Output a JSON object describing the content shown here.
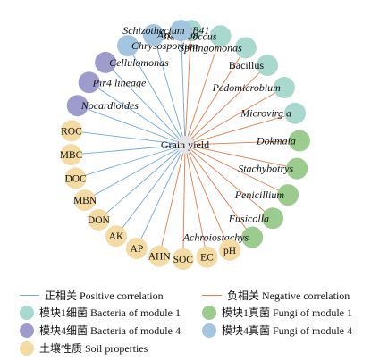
{
  "center": {
    "label": "Grain yield",
    "color": "#e4e4e4"
  },
  "palette": {
    "bacteria_module1": "#a9d8cf",
    "bacteria_module4": "#9e9ccd",
    "fungi_module1": "#9ccb8e",
    "fungi_module4": "#a3c5e0",
    "soil_properties": "#f3dba3",
    "positive": "#6fa8dc",
    "negative": "#e07d4f"
  },
  "nodes": [
    {
      "id": "rb41",
      "label": "RB41",
      "italic": true,
      "group": "bacteria_module1",
      "edge": "negative",
      "angle": -87
    },
    {
      "id": "blastococcus",
      "label": "Blastococcus",
      "italic": true,
      "group": "bacteria_module1",
      "edge": "negative",
      "angle": -72
    },
    {
      "id": "sphingomonas",
      "label": "Sphingomonas",
      "italic": true,
      "group": "bacteria_module1",
      "edge": "negative",
      "angle": -58
    },
    {
      "id": "bacillus",
      "label": "Bacillus",
      "italic": false,
      "group": "bacteria_module1",
      "edge": "negative",
      "angle": -44
    },
    {
      "id": "pedomicrobium",
      "label": "Pedomicrobium",
      "italic": true,
      "group": "bacteria_module1",
      "edge": "negative",
      "angle": -30
    },
    {
      "id": "microvirga",
      "label": "Microvirg a",
      "italic": true,
      "group": "bacteria_module1",
      "edge": "negative",
      "angle": -16
    },
    {
      "id": "dokmaia",
      "label": "Dokmaia",
      "italic": true,
      "group": "fungi_module1",
      "edge": "negative",
      "angle": -2
    },
    {
      "id": "stachybotrys",
      "label": "Stachybotrys",
      "italic": true,
      "group": "fungi_module1",
      "edge": "negative",
      "angle": 12
    },
    {
      "id": "penicillium",
      "label": "Penicillium",
      "italic": true,
      "group": "fungi_module1",
      "edge": "negative",
      "angle": 26
    },
    {
      "id": "fusicolla",
      "label": "Fusicolla",
      "italic": true,
      "group": "fungi_module1",
      "edge": "negative",
      "angle": 40
    },
    {
      "id": "achroiostachys",
      "label": "Achroiostachys",
      "italic": true,
      "group": "fungi_module1",
      "edge": "negative",
      "angle": 54
    },
    {
      "id": "ph",
      "label": "pH",
      "italic": false,
      "group": "soil_properties",
      "edge": "negative",
      "angle": 67
    },
    {
      "id": "ec",
      "label": "EC",
      "italic": false,
      "group": "soil_properties",
      "edge": "negative",
      "angle": 79
    },
    {
      "id": "soc",
      "label": "SOC",
      "italic": false,
      "group": "soil_properties",
      "edge": "negative",
      "angle": 91
    },
    {
      "id": "ahn",
      "label": "AHN",
      "italic": false,
      "group": "soil_properties",
      "edge": "negative",
      "angle": 103
    },
    {
      "id": "ap",
      "label": "AP",
      "italic": false,
      "group": "soil_properties",
      "edge": "positive",
      "angle": 115
    },
    {
      "id": "ak",
      "label": "AK",
      "italic": false,
      "group": "soil_properties",
      "edge": "positive",
      "angle": 127
    },
    {
      "id": "don",
      "label": "DON",
      "italic": false,
      "group": "soil_properties",
      "edge": "positive",
      "angle": 139
    },
    {
      "id": "mbn",
      "label": "MBN",
      "italic": false,
      "group": "soil_properties",
      "edge": "positive",
      "angle": 151
    },
    {
      "id": "doc",
      "label": "DOC",
      "italic": false,
      "group": "soil_properties",
      "edge": "positive",
      "angle": 163
    },
    {
      "id": "mbc",
      "label": "MBC",
      "italic": false,
      "group": "soil_properties",
      "edge": "positive",
      "angle": 175
    },
    {
      "id": "roc",
      "label": "ROC",
      "italic": false,
      "group": "soil_properties",
      "edge": "positive",
      "angle": 187
    },
    {
      "id": "nocardioides",
      "label": "Nocardioides",
      "italic": true,
      "group": "bacteria_module4",
      "edge": "positive",
      "angle": 200
    },
    {
      "id": "pir4",
      "label": "Pir4  lineage",
      "italic": true,
      "group": "bacteria_module4",
      "edge": "positive",
      "angle": 213
    },
    {
      "id": "cellulomonas",
      "label": "Cellulomonas",
      "italic": true,
      "group": "bacteria_module4",
      "edge": "positive",
      "angle": 226
    },
    {
      "id": "chrysosporium",
      "label": "Chrysosporium",
      "italic": true,
      "group": "fungi_module4",
      "edge": "positive",
      "angle": 240
    },
    {
      "id": "acaulium",
      "label": "Acaulium",
      "italic": true,
      "group": "fungi_module4",
      "edge": "positive",
      "angle": 254
    },
    {
      "id": "schizothecium",
      "label": "Schizothecium",
      "italic": true,
      "group": "fungi_module4",
      "edge": "positive",
      "angle": 268
    }
  ],
  "legend": {
    "positive": "正相关 Positive correlation",
    "negative": "负相关 Negative correlation",
    "bacteria_module1": "模块1细菌 Bacteria of module 1",
    "fungi_module1": "模块1真菌 Fungi of module 1",
    "bacteria_module4": "模块4细菌 Bacteria of module 4",
    "fungi_module4": "模块4真菌 Fungi of module 4",
    "soil_properties": "土壤性质 Soil properties"
  }
}
